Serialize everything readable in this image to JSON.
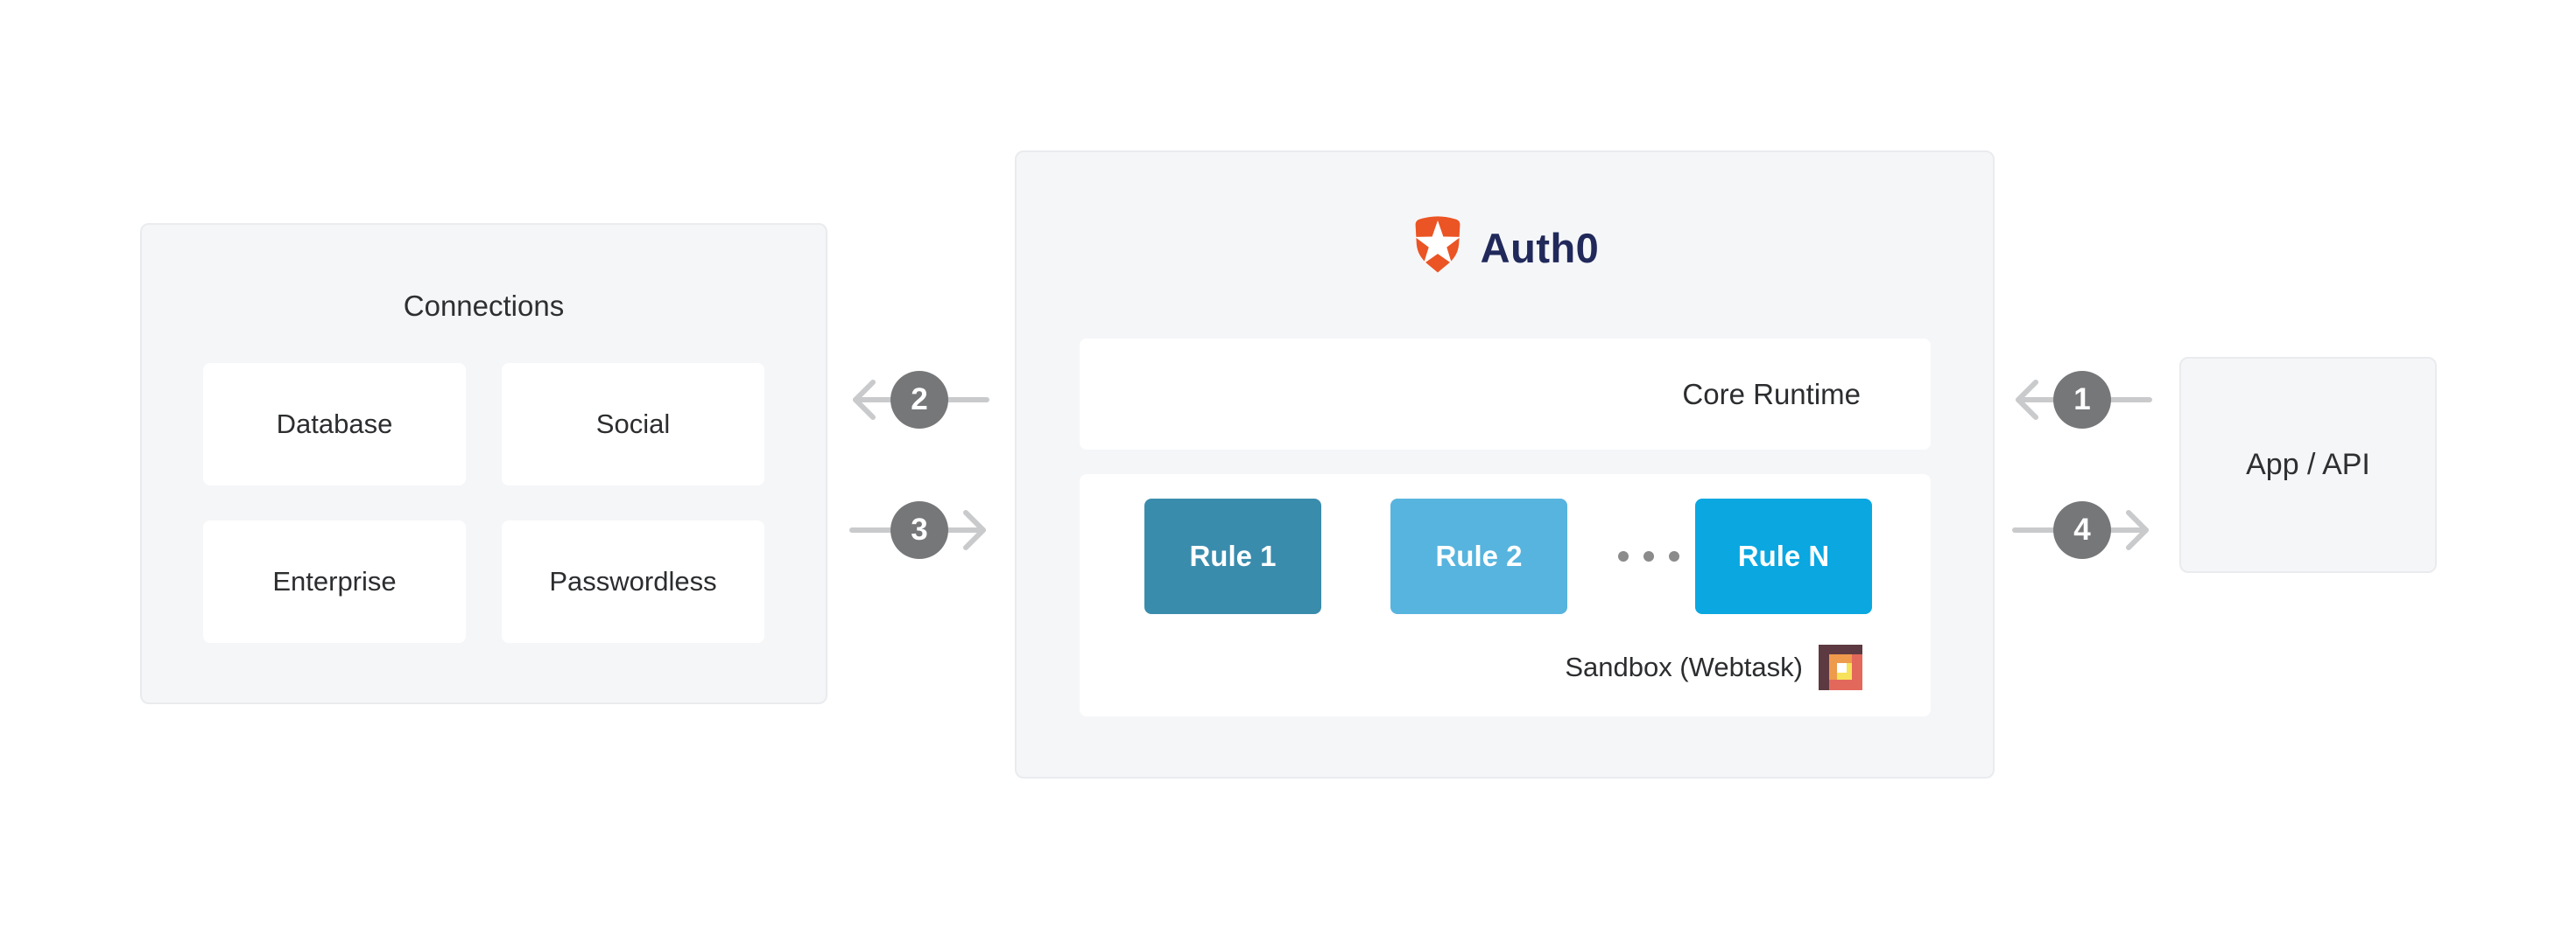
{
  "connections_panel": {
    "title": "Connections",
    "items": [
      "Database",
      "Social",
      "Enterprise",
      "Passwordless"
    ]
  },
  "auth0_panel": {
    "brand": "Auth0",
    "core_runtime_label": "Core Runtime",
    "rules": [
      {
        "label": "Rule 1",
        "color": "#3a8cad"
      },
      {
        "label": "Rule 2",
        "color": "#57b4de"
      },
      {
        "label": "Rule N",
        "color": "#0aa7e0"
      }
    ],
    "sandbox_label": "Sandbox (Webtask)"
  },
  "app_api_panel": {
    "label": "App / API"
  },
  "steps": [
    {
      "number": "1",
      "arrow": "left"
    },
    {
      "number": "2",
      "arrow": "left"
    },
    {
      "number": "3",
      "arrow": "right"
    },
    {
      "number": "4",
      "arrow": "right"
    }
  ],
  "icons": {
    "auth0_shield": "auth0-shield-star-icon",
    "webtask": "webtask-nested-squares-icon"
  },
  "palette": {
    "panel_background": "#f5f6f8",
    "panel_border": "#e9ebee",
    "auth0_orange": "#eb5424",
    "auth0_navy": "#20295a",
    "arrow_gray": "#c9cacc",
    "step_circle_gray": "#757779",
    "ellipsis_gray": "#8b8b8b",
    "webtask_maroon": "#5d3a41",
    "webtask_salmon": "#e2685c",
    "webtask_orange": "#ee9a4d",
    "webtask_yellow": "#f7e25b"
  }
}
